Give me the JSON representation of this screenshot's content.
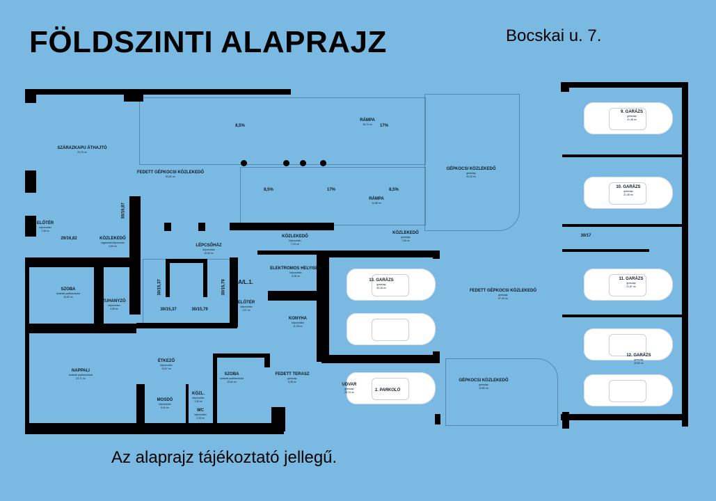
{
  "header": {
    "title": "FÖLDSZINTI ALAPRAJZ",
    "address": "Bocskai u. 7."
  },
  "footer": {
    "note": "Az alaprajz tájékoztató jellegű."
  },
  "colors": {
    "background": "#7ab9e1",
    "walls": "#000000",
    "cars": "#ffffff"
  },
  "rooms": [
    {
      "name": "SZÁRAZKAPU ÁTHAJTÓ",
      "area": "23,70 m²"
    },
    {
      "name": "FEDETT GÉPKOCSI KÖZLEKEDŐ",
      "area": "63,62 m²"
    },
    {
      "name": "RÁMPA",
      "area": "15,73 m²"
    },
    {
      "name": "RÁMPA",
      "area": "14,68 m²"
    },
    {
      "name": "GÉPKOCSI KÖZLEKEDŐ",
      "floor": "gresslap",
      "area": "33,33 m²"
    },
    {
      "name": "KÖZLEKEDŐ",
      "floor": "gresslap",
      "area": "7,60 m²"
    },
    {
      "name": "KÖZLEKEDŐ",
      "floor": "kőporcelán",
      "area": "7,23 m²"
    },
    {
      "name": "LÉPCSŐHÁZ",
      "floor": "kőporcelán",
      "area": "10,62 m²"
    },
    {
      "name": "ELŐTÉR",
      "floor": "kőporcelán",
      "area": "7,36 m²"
    },
    {
      "name": "KÖZLEKEDŐ",
      "floor": "ragasztott kőporcelán",
      "area": "4,50 m²"
    },
    {
      "name": "SZOBA",
      "floor": "laminált padlóburkolat",
      "area": "10,92 m²"
    },
    {
      "name": "ZUHANYZÓ",
      "floor": "kőporcelán",
      "area": "4,08 m²"
    },
    {
      "name": "ELEKTROMOS HELYISÉG",
      "floor": "kőporcelán",
      "area": "5,28 m²"
    },
    {
      "name": "ELŐTÉR",
      "floor": "kőporcelán",
      "area": "1,97 m²"
    },
    {
      "name": "KONYHA",
      "floor": "kőporcelán",
      "area": "11,33 m²"
    },
    {
      "name": "NAPPALI",
      "floor": "laminált padlóburkolat",
      "area": "23,71 m²"
    },
    {
      "name": "ÉTKEZŐ",
      "floor": "kőporcelán",
      "area": "13,57 m²"
    },
    {
      "name": "SZOBA",
      "floor": "laminált padlóburkolat",
      "area": "10,84 m²"
    },
    {
      "name": "FEDETT TERASZ",
      "floor": "gresslap",
      "area": "5,35 m²"
    },
    {
      "name": "MOSDÓ",
      "floor": "kőporcelán",
      "area": "6,44 m²"
    },
    {
      "name": "KÖZL.",
      "floor": "kőporcelán",
      "area": "1,30 m²"
    },
    {
      "name": "WC",
      "floor": "kőporcelán",
      "area": "1,18 m²"
    },
    {
      "name": "13. GARÁZS",
      "floor": "gresslap",
      "area": "30,18 m²"
    },
    {
      "name": "FEDETT GÉPKOCSI KÖZLEKEDŐ",
      "floor": "gresslap",
      "area": "67,40 m²"
    },
    {
      "name": "UDVAR",
      "floor": "gresslap",
      "area": "20,13 m²"
    },
    {
      "name": "1. PARKOLÓ"
    },
    {
      "name": "GÉPKOCSI KÖZLEKEDŐ",
      "floor": "gresslap",
      "area": "12,80 m²"
    },
    {
      "name": "9. GARÁZS",
      "floor": "gresslap",
      "area": "21,48 m²"
    },
    {
      "name": "10. GARÁZS",
      "floor": "gresslap",
      "area": "21,48 m²"
    },
    {
      "name": "11. GARÁZS",
      "floor": "gresslap",
      "area": "21,87 m²"
    },
    {
      "name": "12. GARÁZS",
      "floor": "gresslap",
      "area": "33,52 m²"
    }
  ],
  "annotations": {
    "s1": "30/16,87",
    "s2": "29/16,82",
    "s3": "30/15,37",
    "s4": "30/15,37",
    "s5": "30/15,79",
    "s6": "30/15,79",
    "s7": "30/17",
    "unit": "A/L.1.",
    "g1": "8,5%",
    "g2": "17%",
    "g3": "8,5%",
    "g4": "17%",
    "g5": "8,5%"
  }
}
